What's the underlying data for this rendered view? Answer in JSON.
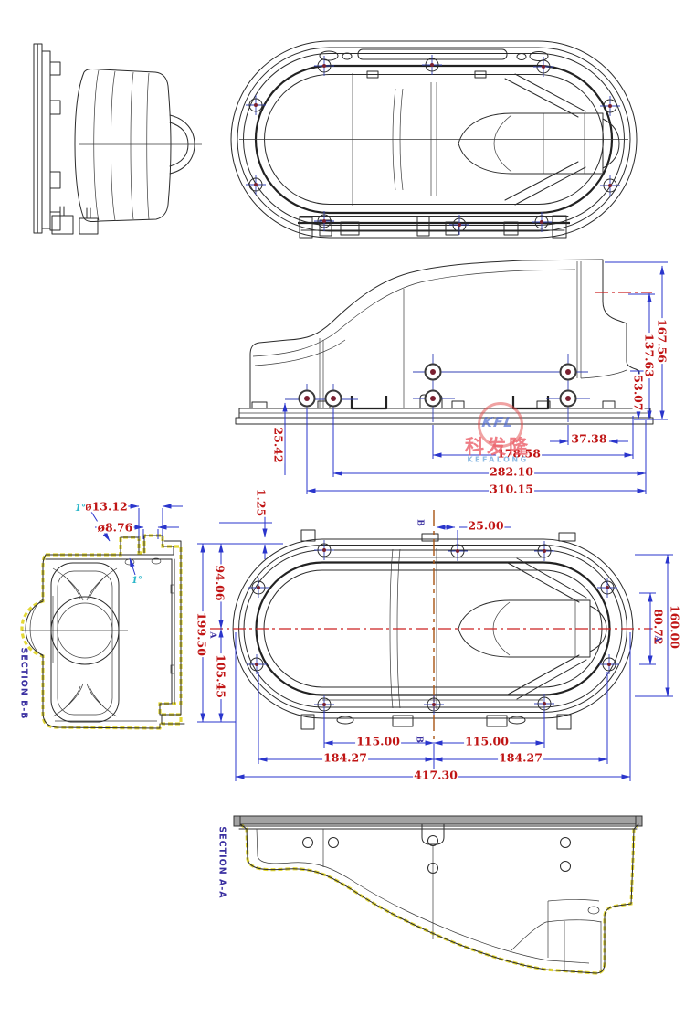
{
  "watermark": {
    "logo": "KFL",
    "name_cn": "科发隆",
    "name_en": "KEFALONG"
  },
  "section_labels": {
    "bb": "SECTION B-B",
    "aa": "SECTION A-A"
  },
  "section_markers": {
    "a_left": "A",
    "a_right": "A",
    "b_top": "B",
    "b_bottom": "B"
  },
  "dimensions": {
    "elev_height_total": "167.56",
    "elev_height_mid": "137.63",
    "elev_height_step": "53.07",
    "elev_hole_height": "25.42",
    "elev_offset_right": "37.38",
    "elev_span_inner": "178.58",
    "elev_span_mid": "282.10",
    "elev_span_total": "310.15",
    "plan_lip": "1.25",
    "plan_hole_offset": "25.00",
    "plan_top_half": "94.06",
    "plan_height_total": "199.50",
    "plan_bottom_half": "105.45",
    "plan_right_height": "160.00",
    "plan_right_half": "80.72",
    "plan_hole_pitch_left": "115.00",
    "plan_hole_pitch_right": "115.00",
    "plan_span_left": "184.27",
    "plan_span_right": "184.27",
    "plan_width_total": "417.30",
    "boss_outer_dia": "ø13.12",
    "boss_inner_dia": "ø8.76",
    "draft_angle_1": "1°",
    "draft_angle_2": "1°"
  },
  "colors": {
    "dimension_text": "#c01515",
    "dimension_line": "#2a35cc",
    "section_label": "#3a2fa0",
    "cut_highlight": "#e3d62b",
    "section_line_red": "#cc2222",
    "section_line_brown": "#a85413",
    "draft_callout": "#2ab6c9",
    "linework": "#2b2b2b"
  }
}
